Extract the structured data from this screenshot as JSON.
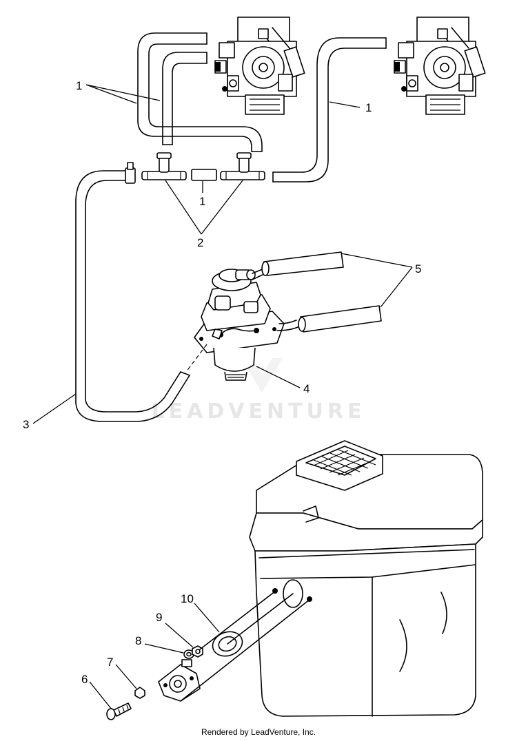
{
  "watermark": "LEADVENTURE",
  "footer": "Rendered by LeadVenture, Inc.",
  "callouts": [
    {
      "id": "c1a",
      "text": "1"
    },
    {
      "id": "c1b",
      "text": "1"
    },
    {
      "id": "c1c",
      "text": "1"
    },
    {
      "id": "c2",
      "text": "2"
    },
    {
      "id": "c3",
      "text": "3"
    },
    {
      "id": "c4",
      "text": "4"
    },
    {
      "id": "c5",
      "text": "5"
    },
    {
      "id": "c6",
      "text": "6"
    },
    {
      "id": "c7",
      "text": "7"
    },
    {
      "id": "c8",
      "text": "8"
    },
    {
      "id": "c9",
      "text": "9"
    },
    {
      "id": "c10",
      "text": "10"
    }
  ]
}
